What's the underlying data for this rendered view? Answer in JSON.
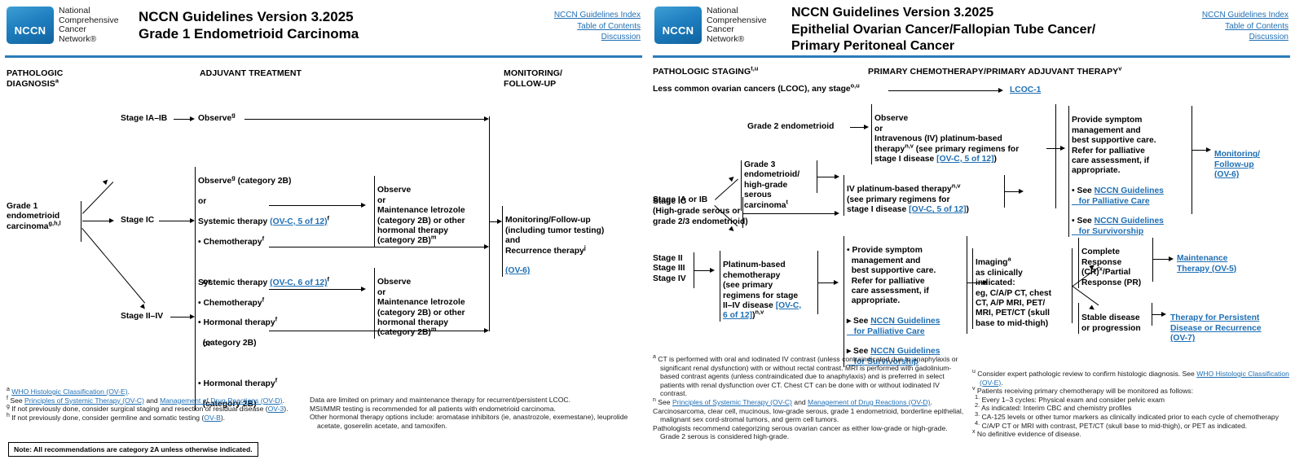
{
  "left_page": {
    "logo": {
      "badge": "NCCN",
      "words": "National\nComprehensive\nCancer\nNetwork®"
    },
    "title_line1": "NCCN Guidelines Version 3.2025",
    "title_line2": "Grade 1 Endometrioid Carcinoma",
    "links": [
      "NCCN Guidelines Index",
      "Table of Contents",
      "Discussion"
    ],
    "col_headings": {
      "pathologic_diagnosis": "PATHOLOGIC\nDIAGNOSISa",
      "adjuvant_treatment": "ADJUVANT TREATMENT",
      "monitoring_followup": "MONITORING/\nFOLLOW-UP"
    },
    "nodes": {
      "diagnosis": "Grade 1\nendometrioid\ncarcinomag,h,l",
      "stage_ia_ib": "Stage IA–IB",
      "stage_ic": "Stage IC",
      "stage_ii_iv": "Stage II–IV",
      "observe_g": "Observeg",
      "ic_treatment": "Observeg (category 2B)\nor\nSystemic therapy (OV-C, 5 of 12)f\n• Chemotherapyf\n\nor\n\n• Hormonal therapyf\n  (category 2B)",
      "ic_link": "(OV-C, 5 of 12)",
      "iiiv_treatment": "Systemic therapy (OV-C, 6 of 12)f\n• Chemotherapyf\n\nor\n\n• Hormonal therapyf\n  (category 2B)",
      "iiiv_link": "(OV-C, 6 of 12)",
      "maintenance_1": "Observe\nor\nMaintenance letrozole\n(category 2B) or other\nhormonal therapy\n(category 2B)m",
      "maintenance_2": "Observe\nor\nMaintenance letrozole\n(category 2B) or other\nhormonal therapy\n(category 2B)m",
      "monitoring": "Monitoring/Follow-up\n(including tumor testing)\nand\nRecurrence therapyj",
      "monitoring_link": "(OV-6)"
    },
    "footnotes_left": [
      {
        "mark": "a",
        "text": "WHO Histologic Classification (OV-E).",
        "link": "WHO Histologic Classification (OV-E)"
      },
      {
        "mark": "f",
        "text": "See Principles of Systemic Therapy (OV-C) and Management of Drug Reactions (OV-D)."
      },
      {
        "mark": "g",
        "text": "If not previously done, consider surgical staging and resection of residual disease (OV-3)."
      },
      {
        "mark": "h",
        "text": "If not previously done, consider germline and somatic testing (OV-B)."
      }
    ],
    "footnotes_right": [
      {
        "mark": "j",
        "text": "Data are limited on primary and maintenance therapy for recurrent/persistent LCOC."
      },
      {
        "mark": "l",
        "text": "MSI/MMR testing is recommended for all patients with endometrioid carcinoma."
      },
      {
        "mark": "m",
        "text": "Other hormonal therapy options include: aromatase inhibitors (ie, anastrozole, exemestane), leuprolide acetate, goserelin acetate, and tamoxifen."
      }
    ],
    "note": "Note: All recommendations are category 2A unless otherwise indicated."
  },
  "right_page": {
    "logo": {
      "badge": "NCCN",
      "words": "National\nComprehensive\nCancer\nNetwork®"
    },
    "title_line1": "NCCN Guidelines Version 3.2025",
    "title_line2": "Epithelial Ovarian Cancer/Fallopian Tube Cancer/",
    "title_line3": "Primary Peritoneal Cancer",
    "links": [
      "NCCN Guidelines Index",
      "Table of Contents",
      "Discussion"
    ],
    "col_headings": {
      "pathologic_staging": "PATHOLOGIC STAGINGt,u",
      "primary_chemo": "PRIMARY CHEMOTHERAPY/PRIMARY ADJUVANT THERAPYv"
    },
    "nodes": {
      "lcoc_row": "Less common ovarian cancers (LCOC), any stageo,u",
      "lcoc_link": "LCOC-1",
      "stage_ia_ib": "Stage IA or IB",
      "grade2": "Grade 2 endometrioid",
      "grade3": "Grade 3 endometrioid/\nhigh-grade serous\ncarcinomat",
      "stage_ic": "Stage IC\n(High-grade serous or\ngrade 2/3 endometrioid)",
      "observe_iv": "Observe\nor\nIntravenous (IV) platinum-based\ntherapyn,v (see primary regimens for\nstage I disease ",
      "observe_iv_link": "[OV-C, 5 of 12]",
      "observe_iv_tail": ")",
      "iv_platinum": "IV platinum-based therapyn,v\n(see primary regimens for\nstage I disease ",
      "iv_platinum_link": "[OV-C, 5 of 12]",
      "iv_platinum_tail": ")",
      "palliative_1": "Provide symptom\nmanagement and\nbest supportive care.\nRefer for palliative\ncare assessment, if\nappropriate.",
      "palliative_1_b1": "• See ",
      "palliative_1_l1": "NCCN Guidelines\nfor Palliative Care",
      "palliative_1_b2": "• See ",
      "palliative_1_l2": "NCCN Guidelines\nfor Survivorship",
      "monitoring_link": "Monitoring/\nFollow-up\n(OV-6)",
      "stages_2_4": "Stage II\nStage III\nStage IV",
      "platinum_chemo": "Platinum-based\nchemotherapy\n(see primary\nregimens for stage\nII–IV disease ",
      "platinum_chemo_link": "[OV-C,\n6 of 12]",
      "platinum_chemo_tail": ")n,v",
      "palliative_2": "• Provide symptom\n  management and\n  best supportive care.\n  Refer for palliative\n  care assessment, if\n  appropriate.",
      "palliative_2_b1": "▸ See ",
      "palliative_2_l1": "NCCN Guidelines\nfor Palliative Care",
      "palliative_2_b2": "▸ See ",
      "palliative_2_l2": "NCCN Guidelines\nfor Survivorship",
      "imaging": "Imaginga\nas clinically\nindicated:\neg, C/A/P CT, chest\nCT, A/P MRI, PET/\nMRI, PET/CT (skull\nbase to mid-thigh)",
      "cr_pr": "Complete\nResponse\n(CR)x/Partial\nResponse (PR)",
      "maintenance_link": "Maintenance\nTherapy (OV-5)",
      "stable": "Stable disease\nor progression",
      "persistent_link": "Therapy for Persistent\nDisease or Recurrence\n(OV-7)"
    },
    "footnotes_left": [
      {
        "mark": "a",
        "text": "CT is performed with oral and iodinated IV contrast (unless contraindicated due to anaphylaxis or significant renal dysfunction) with or without rectal contrast. MRI is performed with gadolinium-based contrast agents (unless contraindicated due to anaphylaxis) and is preferred in select patients with renal dysfunction over CT. Chest CT can be done with or without iodinated IV contrast."
      },
      {
        "mark": "n",
        "text": "See Principles of Systemic Therapy (OV-C) and Management of Drug Reactions (OV-D)."
      },
      {
        "mark": "o",
        "text": "Carcinosarcoma, clear cell, mucinous, low-grade serous, grade 1 endometrioid, borderline epithelial, malignant sex cord-stromal tumors, and germ cell tumors."
      },
      {
        "mark": "t",
        "text": "Pathologists recommend categorizing serous ovarian cancer as either low-grade or high-grade. Grade 2 serous is considered high-grade."
      }
    ],
    "footnotes_right": [
      {
        "mark": "u",
        "text": "Consider expert pathologic review to confirm histologic diagnosis. See WHO Histologic Classification (OV-E)."
      },
      {
        "mark": "v",
        "text": "Patients receiving primary chemotherapy will be monitored as follows:"
      },
      {
        "mark": "x",
        "text": "No definitive evidence of disease."
      }
    ],
    "footnote_v_items": [
      "Every 1–3 cycles: Physical exam and consider pelvic exam",
      "As indicated: Interim CBC and chemistry profiles",
      "CA-125 levels or other tumor markers as clinically indicated prior to each cycle of chemotherapy",
      "C/A/P CT or MRI with contrast, PET/CT (skull base to mid-thigh), or PET as indicated."
    ]
  },
  "colors": {
    "link": "#1f6fb4",
    "rule": "#2b7cb8",
    "logo": "#1f7fc0"
  }
}
